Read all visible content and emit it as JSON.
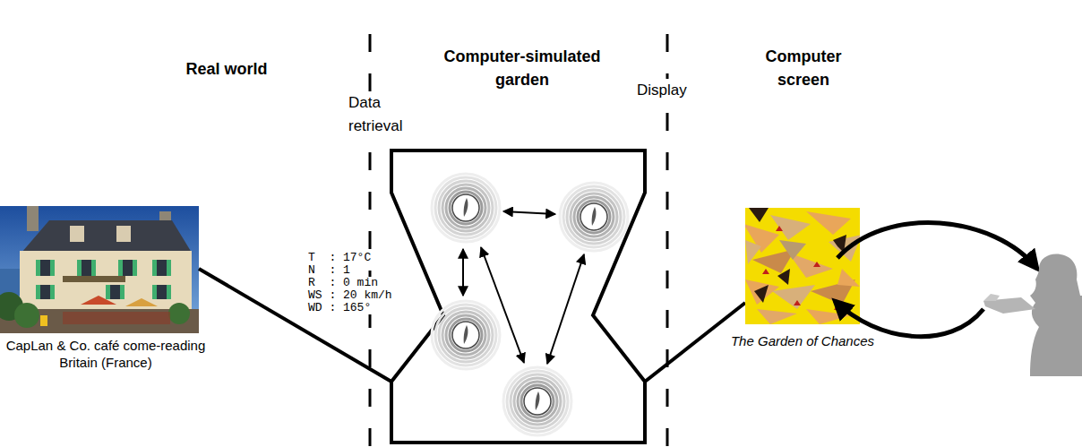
{
  "diagram": {
    "nodes": [
      {
        "text": [
          "CapLan & Co. café come-reading Britain (France)"
        ]
      },
      {
        "text": [
          "The Garden of Chances"
        ]
      }
    ],
    "labels": [
      "Real world",
      "Computer-simulated garden",
      "Computer screen",
      "Data retrieval",
      "Display",
      "T  : 17°C",
      "N  : 1",
      "R  : 0 min",
      "WS : 20 km/h",
      "WD : 165°"
    ]
  }
}
